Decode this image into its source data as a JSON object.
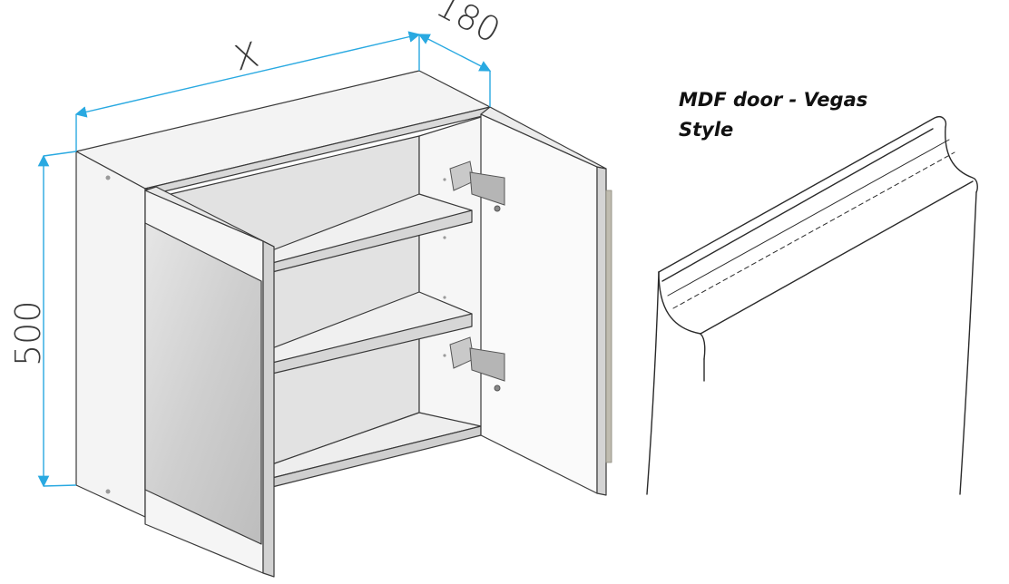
{
  "dimensions": {
    "width_label": "X",
    "depth_label": "180",
    "height_label": "500"
  },
  "caption": {
    "line1": "MDF door - Vegas",
    "line2": "Style"
  },
  "colors": {
    "dimension_line": "#29a9e1",
    "panel_light": "#f1f1f1",
    "panel_mid": "#dcdcdc",
    "panel_dark": "#bdbdbd",
    "edge": "#3a3a3a",
    "mirror": "#d0d0d0"
  }
}
